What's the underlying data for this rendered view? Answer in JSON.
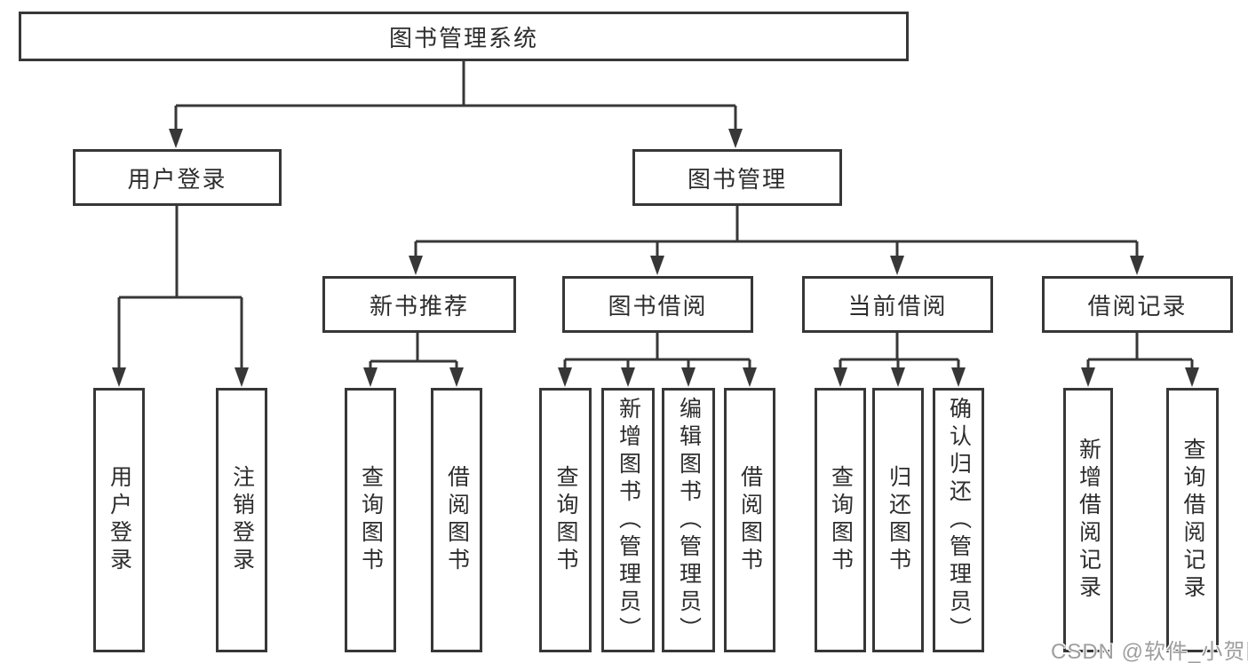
{
  "diagram": {
    "title": "图书管理系统",
    "root": {
      "label": "图书管理系统"
    },
    "branches": [
      {
        "label": "用户登录",
        "children": [
          {
            "label": "用户登录"
          },
          {
            "label": "注销登录"
          }
        ]
      },
      {
        "label": "图书管理",
        "children": [
          {
            "label": "新书推荐",
            "children": [
              {
                "label": "查询图书"
              },
              {
                "label": "借阅图书"
              }
            ]
          },
          {
            "label": "图书借阅",
            "children": [
              {
                "label": "查询图书"
              },
              {
                "label": "新增图书（管理员）"
              },
              {
                "label": "编辑图书（管理员）"
              },
              {
                "label": "借阅图书"
              }
            ]
          },
          {
            "label": "当前借阅",
            "children": [
              {
                "label": "查询图书"
              },
              {
                "label": "归还图书"
              },
              {
                "label": "确认归还（管理员）"
              }
            ]
          },
          {
            "label": "借阅记录",
            "children": [
              {
                "label": "新增借阅记录"
              },
              {
                "label": "查询借阅记录"
              }
            ]
          }
        ]
      }
    ]
  },
  "watermark": {
    "text": "CSDN @软件_小贺同学"
  },
  "colors": {
    "line": "#373737",
    "text": "#2d2d2d",
    "background": "#ffffff",
    "watermark": "#9e9e9e"
  }
}
